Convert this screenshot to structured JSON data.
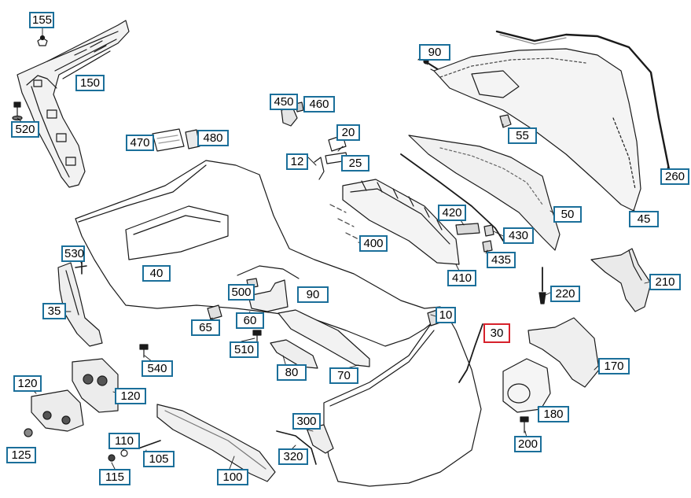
{
  "diagram": {
    "colors": {
      "callout_border": "#1b6f9a",
      "selected_border": "#d6212b",
      "line": "#1a1a1a"
    },
    "callouts": [
      {
        "id": "c155",
        "label": "155"
      },
      {
        "id": "c150",
        "label": "150"
      },
      {
        "id": "c520",
        "label": "520"
      },
      {
        "id": "c470",
        "label": "470"
      },
      {
        "id": "c480",
        "label": "480"
      },
      {
        "id": "c450",
        "label": "450"
      },
      {
        "id": "c460",
        "label": "460"
      },
      {
        "id": "c20",
        "label": "20"
      },
      {
        "id": "c12",
        "label": "12"
      },
      {
        "id": "c25",
        "label": "25"
      },
      {
        "id": "c90a",
        "label": "90"
      },
      {
        "id": "c55",
        "label": "55"
      },
      {
        "id": "c260",
        "label": "260"
      },
      {
        "id": "c45",
        "label": "45"
      },
      {
        "id": "c50",
        "label": "50"
      },
      {
        "id": "c420",
        "label": "420"
      },
      {
        "id": "c430",
        "label": "430"
      },
      {
        "id": "c400",
        "label": "400"
      },
      {
        "id": "c435",
        "label": "435"
      },
      {
        "id": "c410",
        "label": "410"
      },
      {
        "id": "c210",
        "label": "210"
      },
      {
        "id": "c220",
        "label": "220"
      },
      {
        "id": "c530",
        "label": "530"
      },
      {
        "id": "c40",
        "label": "40"
      },
      {
        "id": "c500",
        "label": "500"
      },
      {
        "id": "c90b",
        "label": "90"
      },
      {
        "id": "c35",
        "label": "35"
      },
      {
        "id": "c65",
        "label": "65"
      },
      {
        "id": "c60",
        "label": "60"
      },
      {
        "id": "c10",
        "label": "10"
      },
      {
        "id": "c30",
        "label": "30"
      },
      {
        "id": "c510",
        "label": "510"
      },
      {
        "id": "c540",
        "label": "540"
      },
      {
        "id": "c80",
        "label": "80"
      },
      {
        "id": "c70",
        "label": "70"
      },
      {
        "id": "c170",
        "label": "170"
      },
      {
        "id": "c120a",
        "label": "120"
      },
      {
        "id": "c120b",
        "label": "120"
      },
      {
        "id": "c180",
        "label": "180"
      },
      {
        "id": "c300",
        "label": "300"
      },
      {
        "id": "c110",
        "label": "110"
      },
      {
        "id": "c105",
        "label": "105"
      },
      {
        "id": "c125",
        "label": "125"
      },
      {
        "id": "c115",
        "label": "115"
      },
      {
        "id": "c320",
        "label": "320"
      },
      {
        "id": "c100",
        "label": "100"
      },
      {
        "id": "c200",
        "label": "200"
      }
    ]
  }
}
